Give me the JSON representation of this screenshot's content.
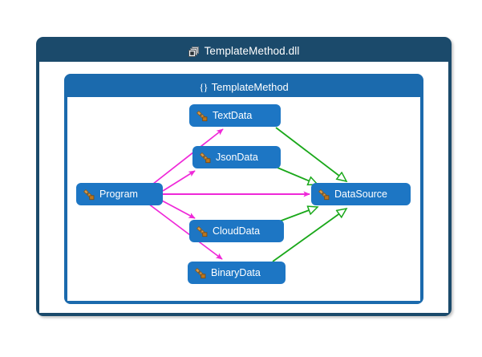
{
  "assembly": {
    "title": "TemplateMethod.dll",
    "icon": "assembly-stacked-squares-icon"
  },
  "namespace": {
    "title": "TemplateMethod",
    "icon": "namespace-braces-icon",
    "icon_glyph": "{}"
  },
  "colors": {
    "assembly_border": "#1b4a6b",
    "assembly_header_bg": "#1b4a6b",
    "namespace_border": "#1b6aad",
    "namespace_header_bg": "#1b6aad",
    "node_bg": "#1d76c4",
    "node_text": "#ffffff",
    "dependency_edge": "#ef28d8",
    "inheritance_edge": "#1aa81a",
    "class_icon": "#c98b3c",
    "canvas_bg": "#ffffff"
  },
  "nodes": [
    {
      "id": "textdata",
      "label": "TextData",
      "icon": "class-icon"
    },
    {
      "id": "jsondata",
      "label": "JsonData",
      "icon": "class-icon"
    },
    {
      "id": "program",
      "label": "Program",
      "icon": "class-icon"
    },
    {
      "id": "datasource",
      "label": "DataSource",
      "icon": "class-icon"
    },
    {
      "id": "clouddata",
      "label": "CloudData",
      "icon": "class-icon"
    },
    {
      "id": "binarydata",
      "label": "BinaryData",
      "icon": "class-icon"
    }
  ],
  "edges": [
    {
      "from": "Program",
      "to": "TextData",
      "kind": "dependency",
      "color": "#ef28d8",
      "arrow": "filled"
    },
    {
      "from": "Program",
      "to": "JsonData",
      "kind": "dependency",
      "color": "#ef28d8",
      "arrow": "filled"
    },
    {
      "from": "Program",
      "to": "DataSource",
      "kind": "dependency",
      "color": "#ef28d8",
      "arrow": "filled"
    },
    {
      "from": "Program",
      "to": "CloudData",
      "kind": "dependency",
      "color": "#ef28d8",
      "arrow": "filled"
    },
    {
      "from": "Program",
      "to": "BinaryData",
      "kind": "dependency",
      "color": "#ef28d8",
      "arrow": "filled"
    },
    {
      "from": "TextData",
      "to": "DataSource",
      "kind": "inheritance",
      "color": "#1aa81a",
      "arrow": "hollow-triangle"
    },
    {
      "from": "JsonData",
      "to": "DataSource",
      "kind": "inheritance",
      "color": "#1aa81a",
      "arrow": "hollow-triangle"
    },
    {
      "from": "CloudData",
      "to": "DataSource",
      "kind": "inheritance",
      "color": "#1aa81a",
      "arrow": "hollow-triangle"
    },
    {
      "from": "BinaryData",
      "to": "DataSource",
      "kind": "inheritance",
      "color": "#1aa81a",
      "arrow": "hollow-triangle"
    }
  ],
  "artifact": {
    "text": ""
  }
}
